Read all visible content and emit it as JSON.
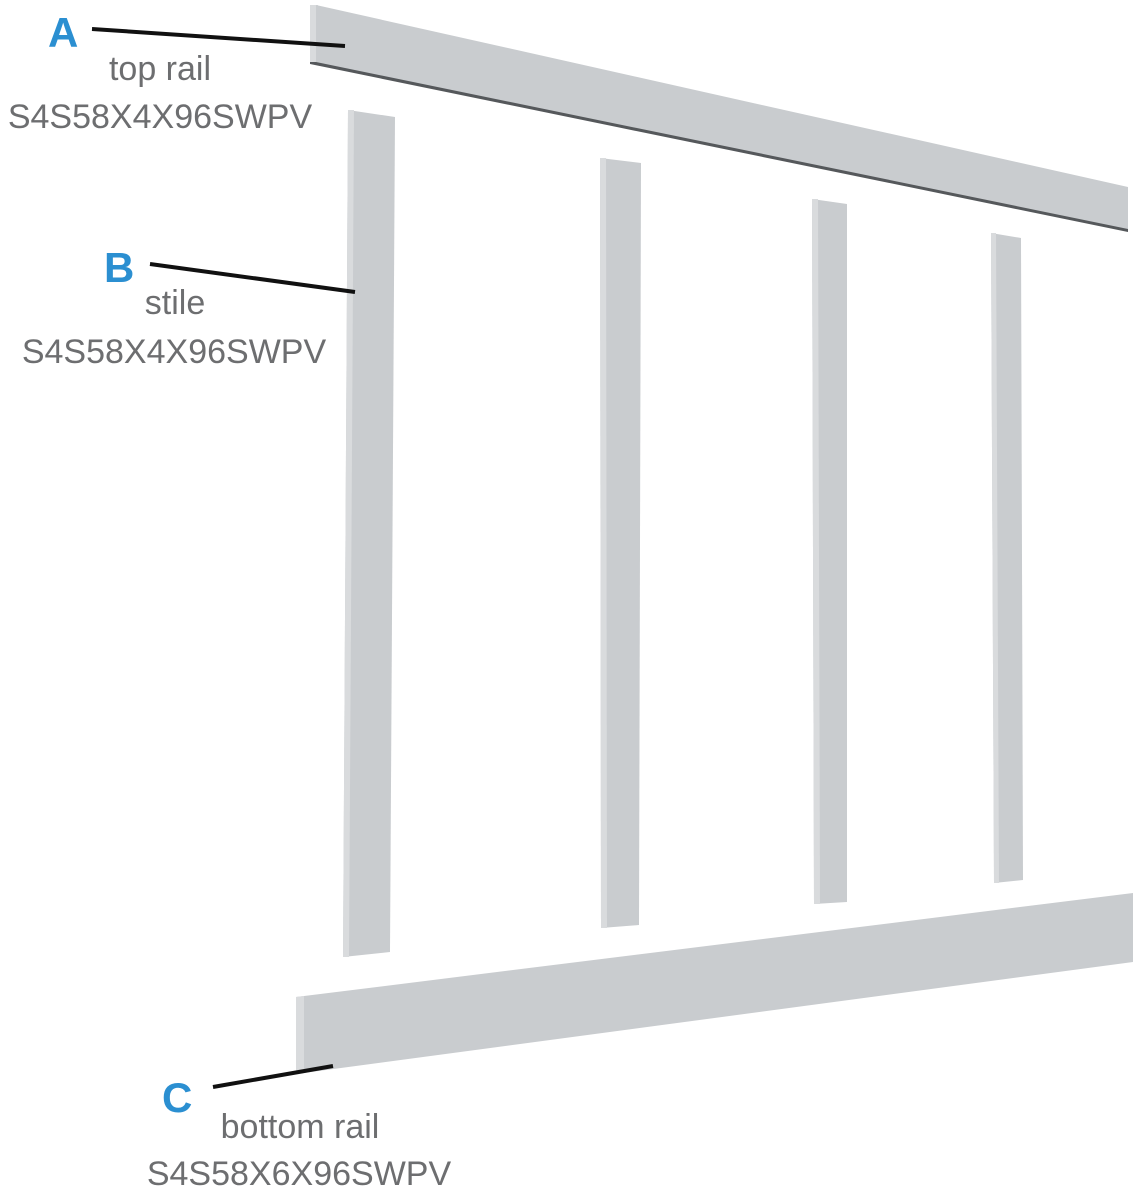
{
  "parts": [
    {
      "letter": "A",
      "name": "top rail",
      "code": "S4S58X4X96SWPV"
    },
    {
      "letter": "B",
      "name": "stile",
      "code": "S4S58X4X96SWPV"
    },
    {
      "letter": "C",
      "name": "bottom rail",
      "code": "S4S58X6X96SWPV"
    }
  ],
  "colors": {
    "letter": "#2b8fd1",
    "label": "#6d6e70",
    "board": "#c9cccf"
  }
}
